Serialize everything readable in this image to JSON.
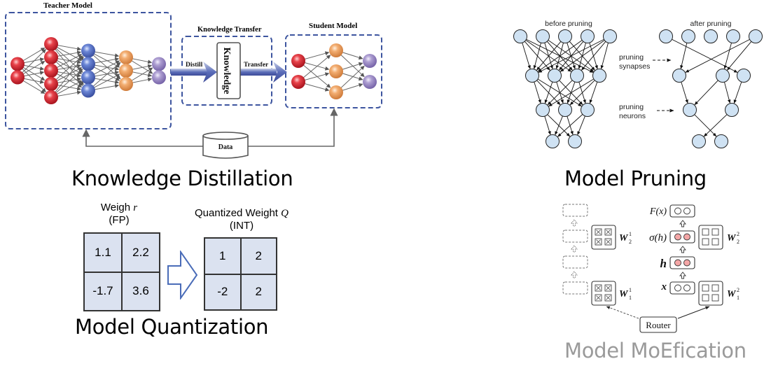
{
  "knowledge_distillation": {
    "title": "Knowledge Distillation",
    "teacher_label": "Teacher Model",
    "transfer_box_label": "Knowledge Transfer",
    "student_label": "Student Model",
    "distill_label": "Distill",
    "transfer_label": "Transfer",
    "knowledge_label": "Knowledge",
    "data_label": "Data",
    "teacher_layers": [
      2,
      5,
      4,
      3,
      2
    ],
    "student_layers": [
      2,
      3,
      2
    ],
    "layer_colors": [
      "#d9313a",
      "#d9313a",
      "#5a74c8",
      "#f0a060",
      "#a392c8"
    ],
    "student_colors": [
      "#d9313a",
      "#f0a060",
      "#a392c8"
    ],
    "frame_color": "#3d559f"
  },
  "model_pruning": {
    "title": "Model Pruning",
    "before_label": "before pruning",
    "after_label": "after pruning",
    "synapses_label_1": "pruning",
    "synapses_label_2": "synapses",
    "neurons_label_1": "pruning",
    "neurons_label_2": "neurons",
    "node_color": "#cfe2f3"
  },
  "model_quantization": {
    "title": "Model Quantization",
    "fp_label_1": "Weigh r",
    "fp_label_2": "(FP)",
    "int_label_1": "Quantized Weight Q",
    "int_label_2": "(INT)",
    "fp_values": [
      "1.1",
      "2.2",
      "-1.7",
      "3.6"
    ],
    "int_values": [
      "1",
      "2",
      "-2",
      "2"
    ],
    "cell_color": "#dbe2f0"
  },
  "model_moefication": {
    "title": "Model MoEfication",
    "router_label": "Router",
    "labels": {
      "Fx": "F(x)",
      "sigma_h": "σ(h)",
      "h": "h",
      "x": "x",
      "W21": "W",
      "W22": "W",
      "W11": "W",
      "W12": "W"
    },
    "active_node_color": "#f4a6a6"
  }
}
